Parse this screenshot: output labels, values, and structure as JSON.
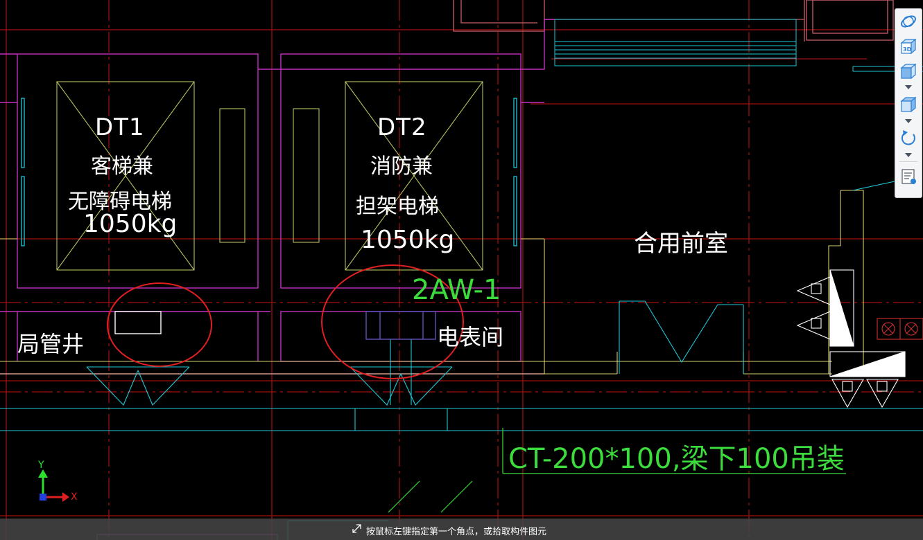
{
  "drawing": {
    "elevator1": {
      "code": "DT1",
      "line1": "客梯兼",
      "line2": "无障碍电梯",
      "capacity": "1050kg"
    },
    "elevator2": {
      "code": "DT2",
      "line1": "消防兼",
      "line2": "担架电梯",
      "capacity": "1050kg"
    },
    "room_labels": {
      "shaft": "局管井",
      "meter_room": "电表间",
      "front_room": "合用前室"
    },
    "circuit_tag": "2AW-1",
    "cable_tray_note": "CT-200*100,梁下100吊装",
    "axis": {
      "y_label": "Y",
      "x_label": "X"
    }
  },
  "toolbar": {
    "buttons": [
      {
        "name": "orbit-button",
        "icon": "orbit-icon"
      },
      {
        "name": "view-3d-button",
        "icon": "cube-3d-icon",
        "text": "3D"
      },
      {
        "name": "view-cube-button",
        "icon": "cube-icon"
      },
      {
        "name": "view-cube-shaded-button",
        "icon": "cube-shaded-icon"
      },
      {
        "name": "rotate-button",
        "icon": "rotate-icon"
      },
      {
        "name": "properties-view-button",
        "icon": "list-view-icon"
      }
    ]
  },
  "status": {
    "prompt": "按鼠标左键指定第一个角点，或拾取构件图元"
  },
  "colors": {
    "background": "#000000",
    "wall_magenta": "#c030c0",
    "red_axis": "#b01010",
    "cyan": "#20c8d8",
    "yellow_line": "#d8d070",
    "green_text": "#3ddc3d",
    "annotation_red": "#e02020"
  }
}
